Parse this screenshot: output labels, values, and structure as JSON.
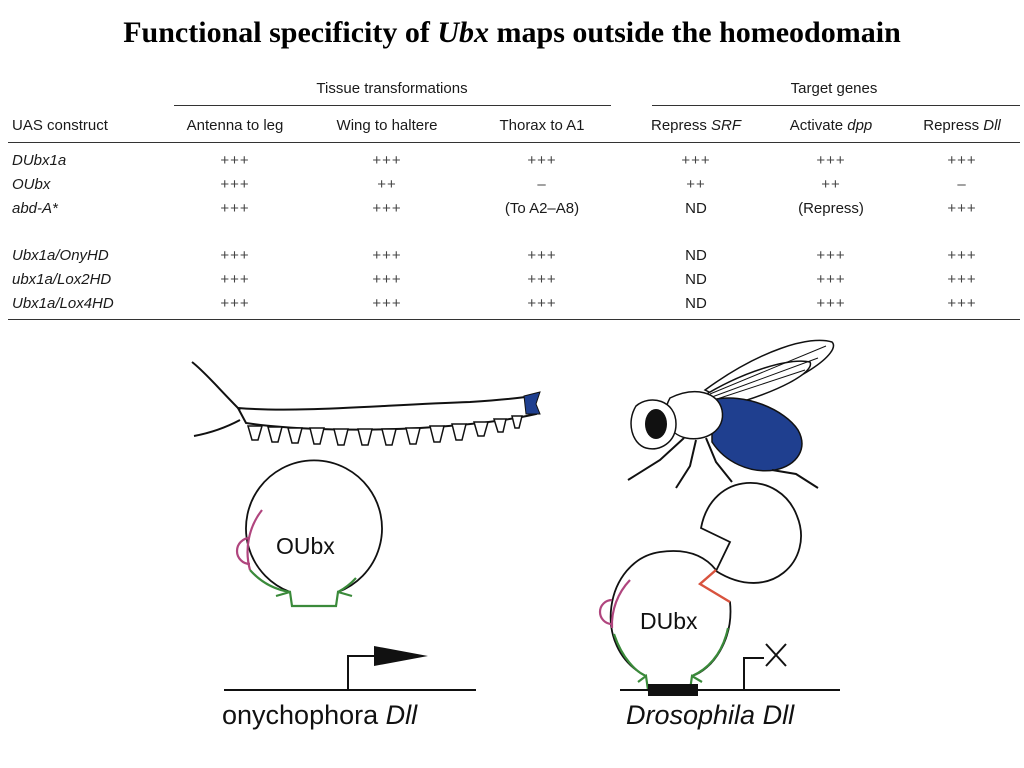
{
  "title": {
    "before": "Functional specificity of ",
    "italic": "Ubx",
    "after": " maps outside the homeodomain"
  },
  "table": {
    "group_tissue": "Tissue transformations",
    "group_target": "Target genes",
    "col_construct": "UAS construct",
    "col_antenna": "Antenna to leg",
    "col_wing": "Wing to haltere",
    "col_thorax": "Thorax to A1",
    "col_srf_pre": "Repress ",
    "col_srf_it": "SRF",
    "col_dpp_pre": "Activate ",
    "col_dpp_it": "dpp",
    "col_dll_pre": "Repress ",
    "col_dll_it": "Dll",
    "rows": [
      {
        "construct": "DUbx1a",
        "antenna": "+++",
        "wing": "+++",
        "thorax": "+++",
        "srf": "+++",
        "dpp": "+++",
        "dll": "+++"
      },
      {
        "construct": "OUbx",
        "antenna": "+++",
        "wing": "++",
        "thorax": "–",
        "srf": "++",
        "dpp": "++",
        "dll": "–"
      },
      {
        "construct": "abd-A*",
        "antenna": "+++",
        "wing": "+++",
        "thorax": "(To A2–A8)",
        "srf": "ND",
        "dpp": "(Repress)",
        "dll": "+++"
      },
      {
        "construct": "Ubx1a/OnyHD",
        "antenna": "+++",
        "wing": "+++",
        "thorax": "+++",
        "srf": "ND",
        "dpp": "+++",
        "dll": "+++"
      },
      {
        "construct": "ubx1a/Lox2HD",
        "antenna": "+++",
        "wing": "+++",
        "thorax": "+++",
        "srf": "ND",
        "dpp": "+++",
        "dll": "+++"
      },
      {
        "construct": "Ubx1a/Lox4HD",
        "antenna": "+++",
        "wing": "+++",
        "thorax": "+++",
        "srf": "ND",
        "dpp": "+++",
        "dll": "+++"
      }
    ]
  },
  "figure": {
    "protein_left": "OUbx",
    "protein_right": "DUbx",
    "gene_left_pre": "onychophora ",
    "gene_left_it": "Dll",
    "gene_right": "Drosophila Dll",
    "colors": {
      "highlight": "#1f3f8f",
      "magenta": "#b0457e",
      "green": "#3a8a3a",
      "red": "#d9533e",
      "ink": "#111111"
    }
  }
}
